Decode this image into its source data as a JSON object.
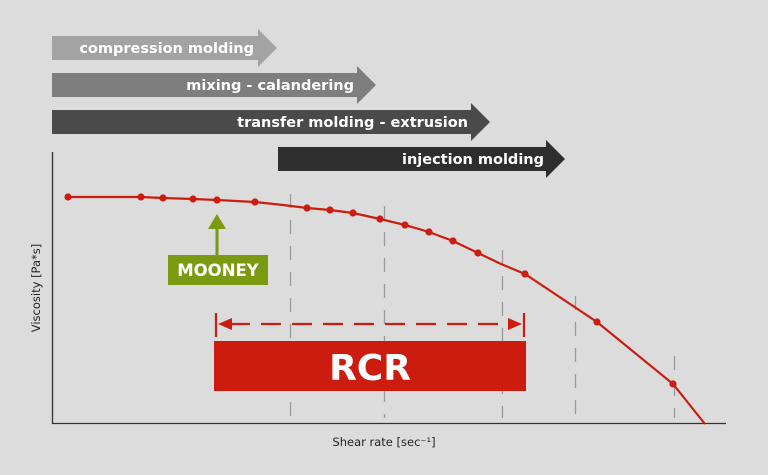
{
  "axes": {
    "y_label": "Viscosity [Pa*s]",
    "x_label": "Shear rate [sec⁻¹]"
  },
  "process_arrows": [
    {
      "label": "compression molding",
      "color": "#a3a3a3"
    },
    {
      "label": "mixing - calandering",
      "color": "#7e7e7e"
    },
    {
      "label": "transfer molding - extrusion",
      "color": "#4a4a4a"
    },
    {
      "label": "injection molding",
      "color": "#2e2e2e"
    }
  ],
  "mooney": {
    "label": "MOONEY",
    "color": "#7a9a12"
  },
  "rcr": {
    "label": "RCR",
    "color": "#cc1c0f"
  },
  "curve": {
    "color": "#cc1c0f"
  }
}
